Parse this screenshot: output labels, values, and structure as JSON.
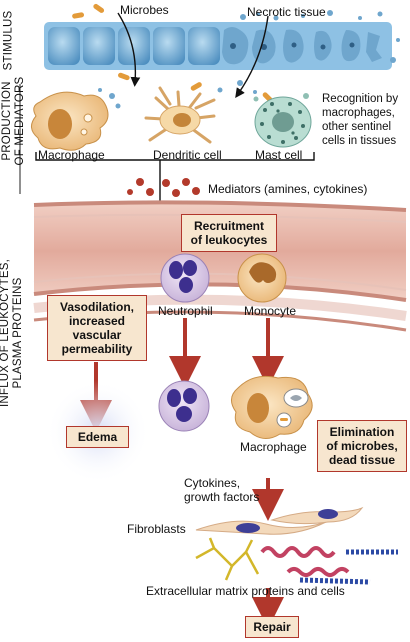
{
  "side_labels": {
    "stimulus": "STIMULUS",
    "production": "PRODUCTION\nOF MEDIATORS",
    "influx": "INFLUX OF LEUKOCYTES,\nPLASMA PROTEINS"
  },
  "labels": {
    "microbes": "Microbes",
    "necrotic_tissue": "Necrotic tissue",
    "recognition_note": "Recognition by\nmacrophages,\nother sentinel\ncells in tissues",
    "macrophage": "Macrophage",
    "dendritic_cell": "Dendritic cell",
    "mast_cell": "Mast cell",
    "mediators": "Mediators (amines, cytokines)",
    "neutrophil": "Neutrophil",
    "monocyte": "Monocyte",
    "macrophage_tissue": "Macrophage",
    "cytokines": "Cytokines,\ngrowth factors",
    "fibroblasts": "Fibroblasts",
    "ecm": "Extracellular matrix proteins and cells"
  },
  "boxes": {
    "recruitment": "Recruitment\nof leukocytes",
    "vasodilation": "Vasodilation,\nincreased\nvascular\npermeability",
    "edema": "Edema",
    "elimination": "Elimination\nof microbes,\ndead tissue",
    "repair": "Repair"
  },
  "colors": {
    "arrow": "#b1372c",
    "box_fill": "#f7e6cf",
    "epithelium": "#5e9fcf",
    "vessel": "#e6b7ab"
  }
}
